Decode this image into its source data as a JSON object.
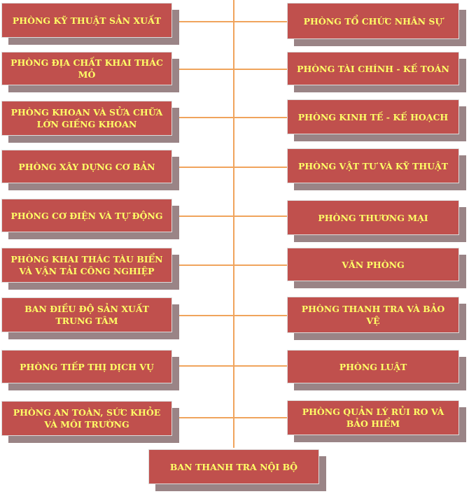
{
  "left_departments": [
    {
      "label": "PHÒNG KỸ THUẬT SẢN XUẤT"
    },
    {
      "label": "PHÒNG ĐỊA CHẤT KHAI THÁC MỎ"
    },
    {
      "label": "PHÒNG KHOAN VÀ SỬA CHỮA LỚN GIẾNG KHOAN"
    },
    {
      "label": "PHÒNG XÂY DỰNG CƠ BẢN"
    },
    {
      "label": "PHÒNG CƠ ĐIỆN VÀ TỰ ĐỘNG"
    },
    {
      "label": "PHÒNG KHAI THÁC TÀU BIỂN VÀ VẬN TẢI CÔNG NGHIỆP"
    },
    {
      "label": "BAN ĐIỀU ĐỘ SẢN XUẤT TRUNG TÂM"
    },
    {
      "label": "PHÒNG TIẾP THỊ DỊCH VỤ"
    },
    {
      "label": "PHÒNG AN TOÀN, SỨC KHỎE VÀ MÔI TRƯỜNG"
    }
  ],
  "right_departments": [
    {
      "label": "PHÒNG TỔ CHỨC NHÂN SỰ"
    },
    {
      "label": "PHÒNG TÀI CHÍNH - KẾ TOÁN"
    },
    {
      "label": "PHÒNG KINH TẾ - KẾ HOẠCH"
    },
    {
      "label": "PHÒNG VẬT TƯ VÀ KỸ THUẬT"
    },
    {
      "label": "PHÒNG THƯƠNG MẠI"
    },
    {
      "label": "VĂN PHÒNG"
    },
    {
      "label": "PHÒNG THANH TRA VÀ BẢO VỆ"
    },
    {
      "label": "PHÒNG LUẬT"
    },
    {
      "label": "PHÒNG QUẢN LÝ RỦI RO VÀ BẢO HIỂM"
    }
  ],
  "bottom_department": {
    "label": "BAN THANH TRA NỘI BỘ"
  },
  "colors": {
    "box_fill": "#c0504d",
    "box_text": "#ffff66",
    "box_shadow": "#9a8486",
    "connector": "#f0a45c"
  }
}
